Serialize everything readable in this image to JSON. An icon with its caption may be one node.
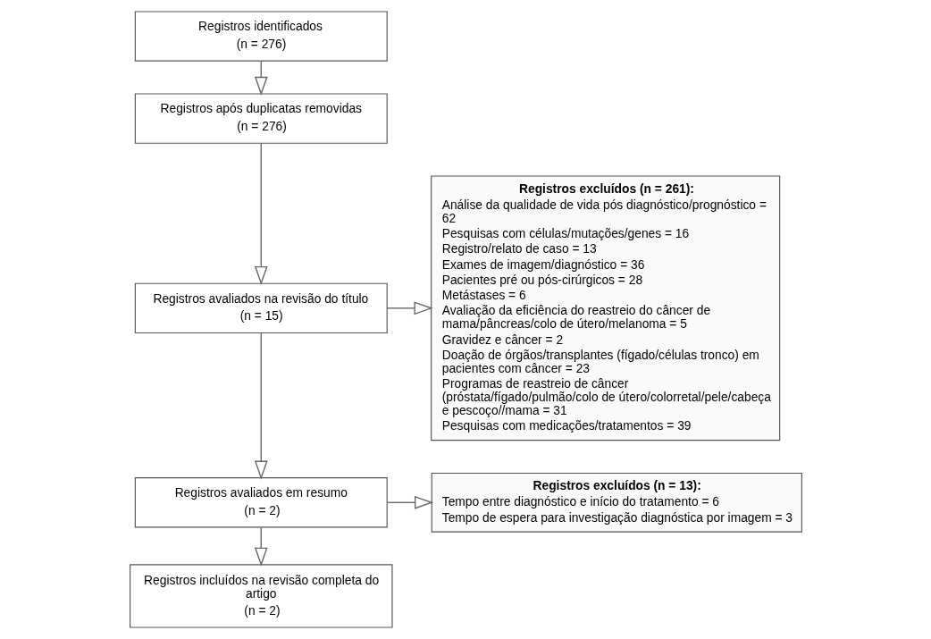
{
  "diagram": {
    "nodes": [
      {
        "text": [
          "Registros identificados",
          "(n = 276)"
        ]
      },
      {
        "text": [
          "Registros após duplicatas removidas",
          "(n = 276)"
        ]
      },
      {
        "text": [
          "Registros avaliados na revisão do título",
          "(n = 15)"
        ]
      },
      {
        "text": [
          "Registros avaliados em resumo",
          "(n = 2)"
        ]
      },
      {
        "text": [
          "Registros incluídos na revisão completa do artigo",
          "(n = 2)"
        ]
      },
      {
        "text": [
          "Registros excluídos (n = 261):",
          "Análise da qualidade de vida pós diagnóstico/prognóstico = 62",
          "Pesquisas com células/mutações/genes = 16",
          "Registro/relato de caso = 13",
          "Exames de imagem/diagnóstico = 36",
          "Pacientes pré ou pós-cirúrgicos = 28",
          "Metástases = 6",
          "Avaliação da eficiência do reastreio do câncer de mama/pâncreas/colo de útero/melanoma = 5",
          "Gravidez e câncer = 2",
          "Doação de órgãos/transplantes (fígado/células tronco) em pacientes com câncer = 23",
          "Programas de reastreio de câncer (próstata/fígado/pulmão/colo de útero/colorretal/pele/cabeça e pescoço//mama = 31",
          "Pesquisas com medicações/tratamentos = 39"
        ]
      },
      {
        "text": [
          "Registros excluídos (n = 13):",
          "Tempo entre diagnóstico e início do tratamento = 6",
          "Tempo de espera para investigação diagnóstica por imagem = 3"
        ]
      }
    ],
    "edges": [
      {
        "from": 0,
        "to": 1,
        "arrow": "to"
      },
      {
        "from": 1,
        "to": 2,
        "arrow": "to"
      },
      {
        "from": 2,
        "to": 3,
        "arrow": "to"
      },
      {
        "from": 3,
        "to": 4,
        "arrow": "to"
      },
      {
        "from": 2,
        "to": 5,
        "arrow": "to"
      },
      {
        "from": 3,
        "to": 6,
        "arrow": "to"
      }
    ]
  }
}
